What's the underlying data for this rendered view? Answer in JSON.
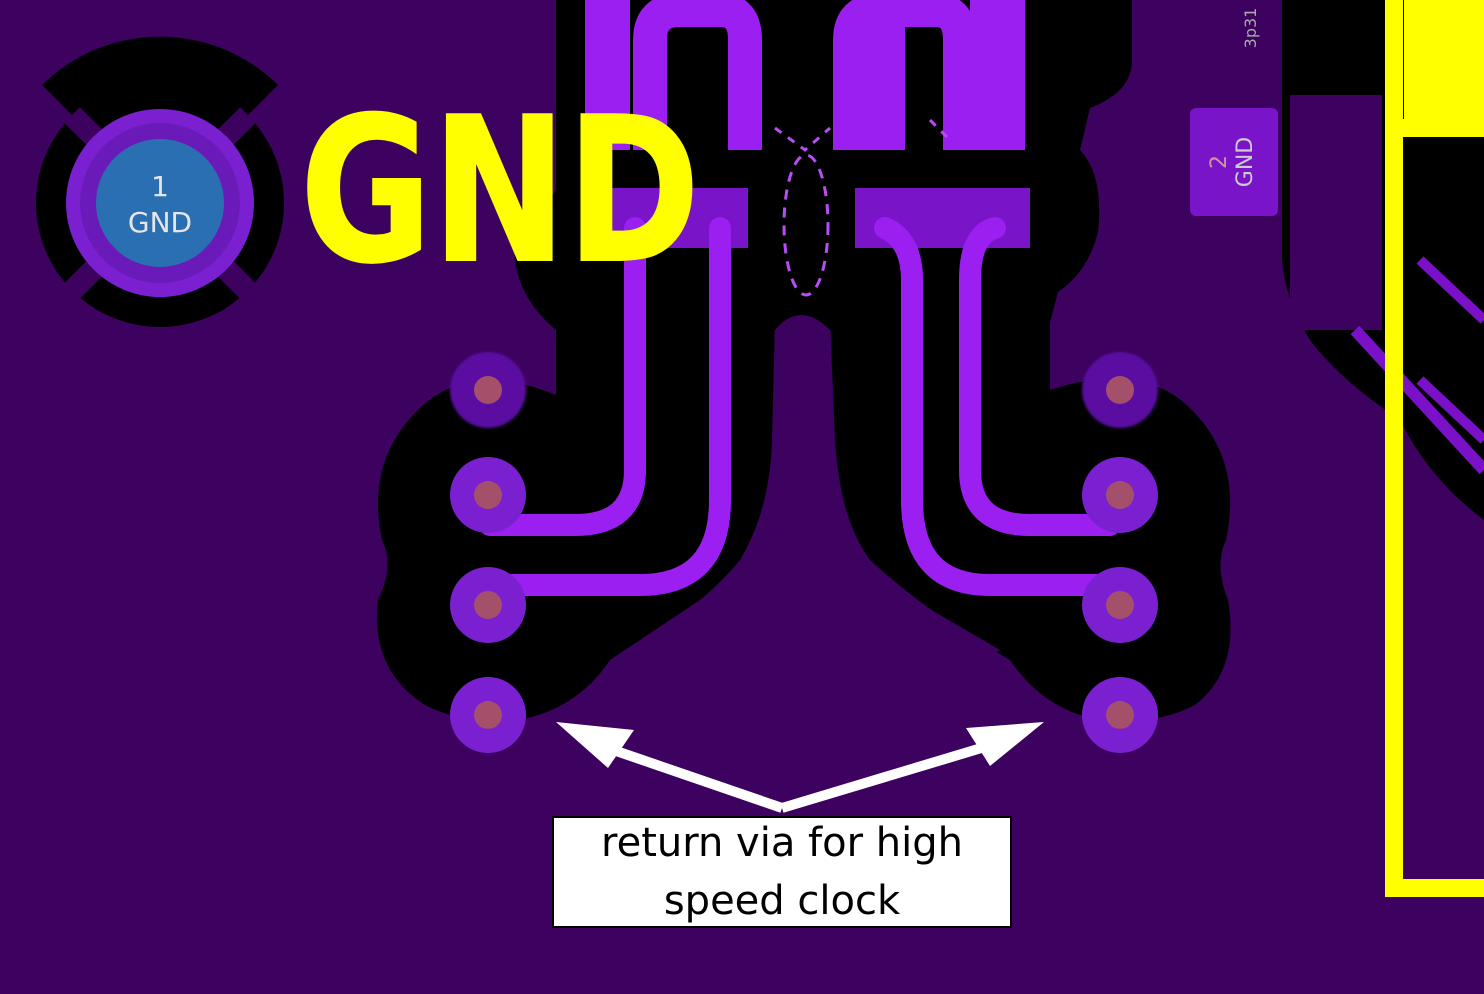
{
  "silkscreen": {
    "net_label": "GND"
  },
  "pads": {
    "mounting_pad": {
      "number": "1",
      "net": "GND"
    },
    "component_pad": {
      "number": "2",
      "net": "GND"
    },
    "clipped_ref": "3p31"
  },
  "annotation": {
    "line1": "return via for high",
    "line2": "speed clock"
  },
  "colors": {
    "board": "#3d0160",
    "clearance": "#000000",
    "copper": "#9a1ff0",
    "via_ring": "#8a2be2",
    "via_drill": "#a5506a",
    "silkscreen": "#ffff00",
    "pad_hole": "#2b6fb3",
    "callout_bg": "#ffffff",
    "arrow": "#ffffff"
  },
  "icons": {
    "via": "filled-circle",
    "thermal_relief": "four-spoke-ring",
    "arrow": "double-headed-arrow"
  }
}
